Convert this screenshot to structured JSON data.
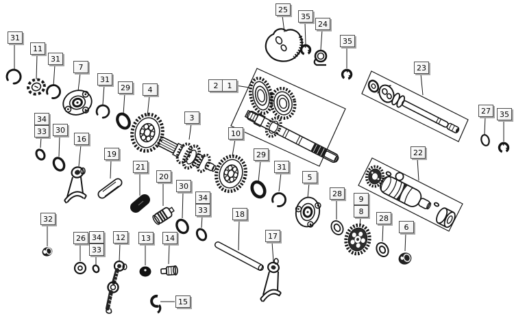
{
  "diagram": {
    "title": "transmission-kickstart-exploded-parts-diagram",
    "background": "#ffffff",
    "line_color": "#141414",
    "label_box": {
      "bg": "#f4f4f4",
      "border": "#4a4a4a",
      "shadow": "#a6a6a6",
      "text_color": "#000000"
    },
    "labels": [
      {
        "text": "31",
        "part": "circlip"
      },
      {
        "text": "11",
        "part": "lock-washer"
      },
      {
        "text": "31",
        "part": "circlip"
      },
      {
        "text": "7",
        "part": "cam-plate"
      },
      {
        "text": "31",
        "part": "circlip"
      },
      {
        "text": "29",
        "part": "spacer-ring"
      },
      {
        "text": "4",
        "part": "kick-idle-gear"
      },
      {
        "text": "25",
        "part": "kick-ratchet"
      },
      {
        "text": "35",
        "part": "e-clip"
      },
      {
        "text": "24",
        "part": "ratchet-spring"
      },
      {
        "text": "35",
        "part": "e-clip"
      },
      {
        "text": "2",
        "part": "mainshaft-assembly"
      },
      {
        "text": "1",
        "part": "mainshaft-assembly"
      },
      {
        "text": "23",
        "part": "kick-shaft-assembly"
      },
      {
        "text": "27",
        "part": "o-ring"
      },
      {
        "text": "35",
        "part": "e-clip"
      },
      {
        "text": "3",
        "part": "countershaft-gear-cluster"
      },
      {
        "text": "10",
        "part": "gear"
      },
      {
        "text": "29",
        "part": "spacer-ring"
      },
      {
        "text": "31",
        "part": "circlip"
      },
      {
        "text": "22",
        "part": "shift-drum-assembly"
      },
      {
        "text": "5",
        "part": "cam-plate"
      },
      {
        "text": "28",
        "part": "washer"
      },
      {
        "text": "9",
        "part": "driven-gear"
      },
      {
        "text": "8",
        "part": "driven-gear"
      },
      {
        "text": "28",
        "part": "washer"
      },
      {
        "text": "6",
        "part": "bushing"
      },
      {
        "text": "34",
        "part": "washer"
      },
      {
        "text": "33",
        "part": "o-ring"
      },
      {
        "text": "30",
        "part": "bushing-ring"
      },
      {
        "text": "16",
        "part": "shift-fork"
      },
      {
        "text": "19",
        "part": "fork-roller"
      },
      {
        "text": "21",
        "part": "roller"
      },
      {
        "text": "20",
        "part": "roller-pin"
      },
      {
        "text": "30",
        "part": "bushing-ring"
      },
      {
        "text": "34",
        "part": "washer"
      },
      {
        "text": "33",
        "part": "o-ring"
      },
      {
        "text": "18",
        "part": "fork-shaft"
      },
      {
        "text": "32",
        "part": "nut"
      },
      {
        "text": "26",
        "part": "washer"
      },
      {
        "text": "34",
        "part": "washer"
      },
      {
        "text": "33",
        "part": "o-ring"
      },
      {
        "text": "12",
        "part": "kick-spindle"
      },
      {
        "text": "13",
        "part": "knob"
      },
      {
        "text": "14",
        "part": "bolt"
      },
      {
        "text": "17",
        "part": "shift-fork"
      },
      {
        "text": "15",
        "part": "spring-clip"
      }
    ]
  }
}
